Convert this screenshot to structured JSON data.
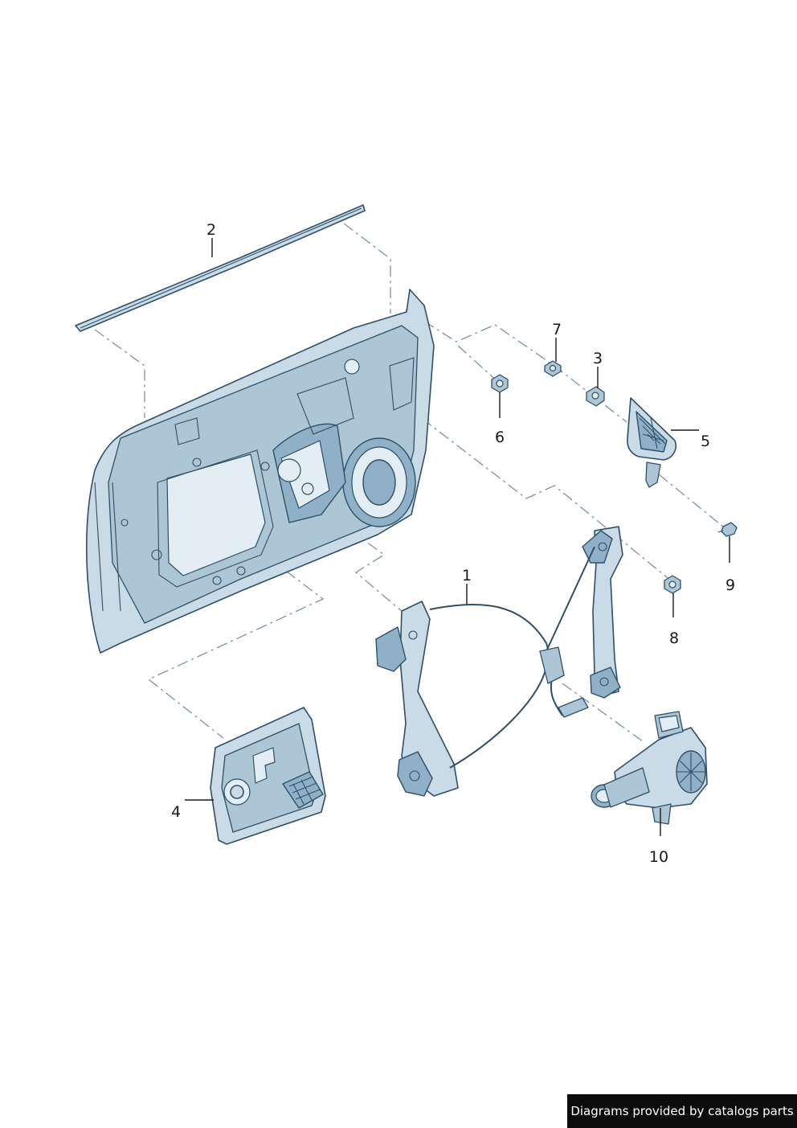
{
  "callouts": [
    {
      "id": "1",
      "label": "1"
    },
    {
      "id": "2",
      "label": "2"
    },
    {
      "id": "3",
      "label": "3"
    },
    {
      "id": "4",
      "label": "4"
    },
    {
      "id": "5",
      "label": "5"
    },
    {
      "id": "6",
      "label": "6"
    },
    {
      "id": "7",
      "label": "7"
    },
    {
      "id": "8",
      "label": "8"
    },
    {
      "id": "9",
      "label": "9"
    },
    {
      "id": "10",
      "label": "10"
    }
  ],
  "footer": {
    "text": "Diagrams provided by catalogs parts"
  },
  "colors": {
    "part_fill": "#c9dbe7",
    "part_outline": "#2f4f66",
    "dash_line": "#7b93a6",
    "footer_bg": "#0c0c0c"
  }
}
